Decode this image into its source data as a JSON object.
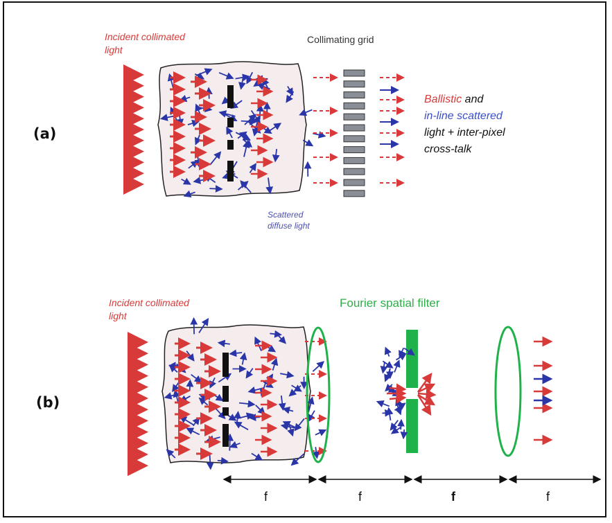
{
  "panels": {
    "a": {
      "label": "(a)",
      "incident_label": [
        "Incident collimated",
        "light"
      ],
      "grid_label": "Collimating grid",
      "scatter_label": [
        "Scattered",
        "diffuse light"
      ],
      "legend": {
        "ballistic": "Ballistic",
        "and": " and",
        "inline": "in-line scattered",
        "crosstalk_1": "light + inter-pixel",
        "crosstalk_2": "cross-talk"
      }
    },
    "b": {
      "label": "(b)",
      "incident_label": [
        "Incident collimated",
        "light"
      ],
      "filter_label": "Fourier spatial filter",
      "focal_labels": [
        "f",
        "f",
        "f",
        "f"
      ]
    }
  },
  "colors": {
    "red": "#d83a3a",
    "blue": "#2a36a8",
    "green": "#1fb24a",
    "tissue": "#f5eced",
    "grid": "#8a8f97"
  }
}
